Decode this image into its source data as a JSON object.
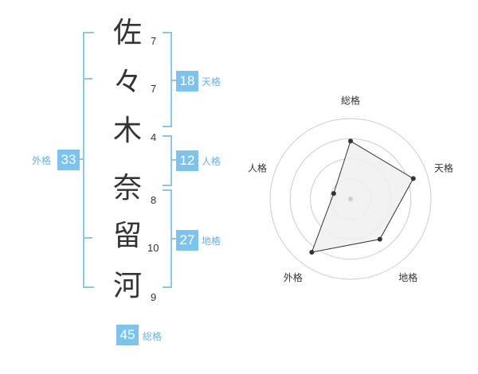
{
  "name": {
    "chars": [
      {
        "char": "佐",
        "strokes": 7
      },
      {
        "char": "々",
        "strokes": 7
      },
      {
        "char": "木",
        "strokes": 4
      },
      {
        "char": "奈",
        "strokes": 8
      },
      {
        "char": "留",
        "strokes": 10
      },
      {
        "char": "河",
        "strokes": 9
      }
    ]
  },
  "fortune": {
    "tenkaku": {
      "label": "天格",
      "value": 18
    },
    "jinkaku": {
      "label": "人格",
      "value": 12
    },
    "chikaku": {
      "label": "地格",
      "value": 27
    },
    "gaikaku": {
      "label": "外格",
      "value": 33
    },
    "soukaku": {
      "label": "総格",
      "value": 45
    }
  },
  "chart_data": {
    "type": "radar",
    "axes": [
      "総格",
      "天格",
      "地格",
      "外格",
      "人格"
    ],
    "values": [
      0.72,
      0.82,
      0.62,
      0.82,
      0.22
    ],
    "range": [
      0,
      1
    ],
    "rings": 4
  },
  "colors": {
    "accent": "#7cc4f0",
    "bracket": "#88c8ee",
    "label": "#5fb3ea",
    "text": "#333333",
    "ring": "#cccccc",
    "fill": "#f0f0f0",
    "line": "#333333"
  }
}
